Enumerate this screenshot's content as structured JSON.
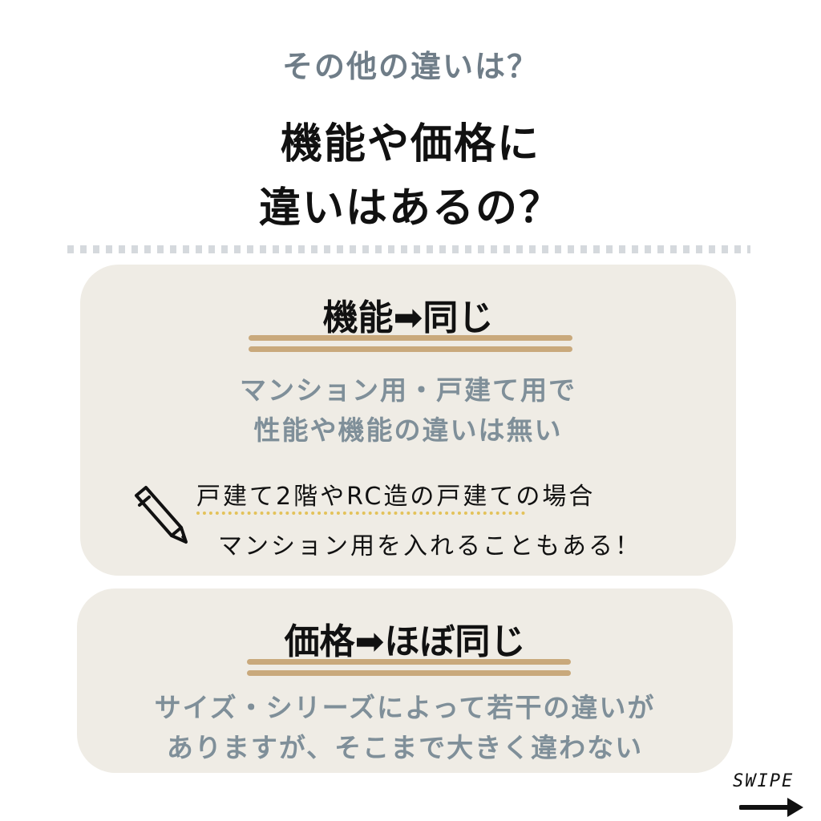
{
  "header": {
    "subtitle": "その他の違いは？",
    "title_line1": "機能や価格に",
    "title_line2": "違いはあるの？"
  },
  "card_function": {
    "heading": "機能➡同じ",
    "body_line1": "マンション用・戸建て用で",
    "body_line2": "性能や機能の違いは無い",
    "note_line1": "戸建て2階やRC造の戸建ての場合",
    "note_line2": "マンション用を入れることもある！",
    "note_icon": "pencil-icon"
  },
  "card_price": {
    "heading": "価格➡ほぼ同じ",
    "body_line1": "サイズ・シリーズによって若干の違いが",
    "body_line2": "ありますが、そこまで大きく違わない"
  },
  "footer": {
    "swipe_label": "SWIPE",
    "swipe_icon": "right-arrow-icon"
  },
  "colors": {
    "card_bg": "#efece5",
    "subtitle": "#6f7d88",
    "body_text": "#7f8f99",
    "underline": "#c9a97c",
    "note_underline": "#e3c25a"
  }
}
